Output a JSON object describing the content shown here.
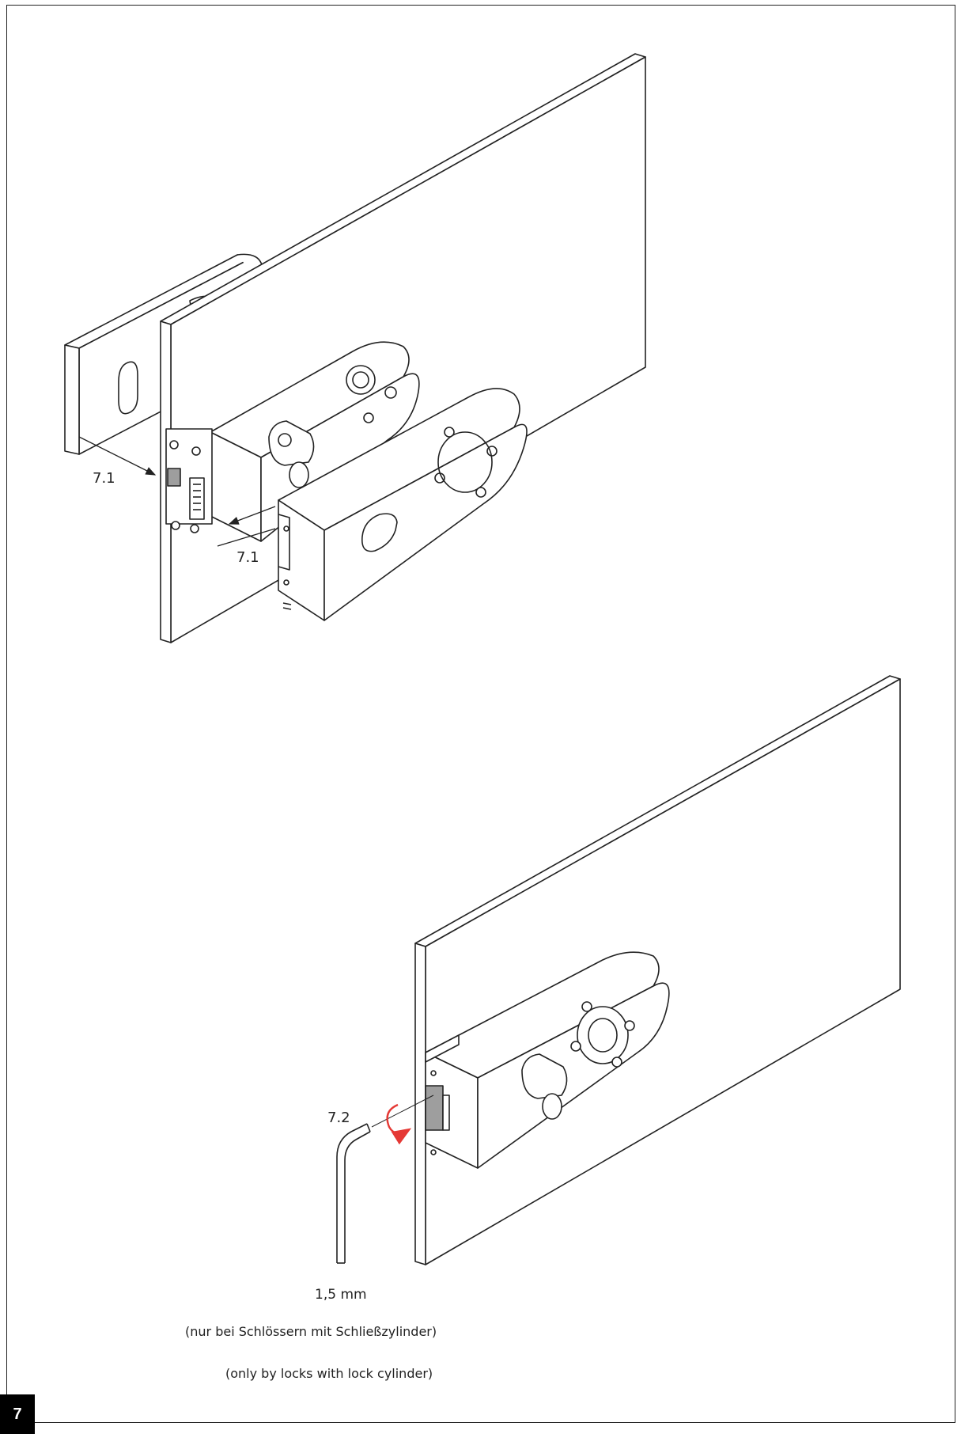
{
  "page_number": "7",
  "steps": {
    "step_7_1_upper": "7.1",
    "step_7_1_lower": "7.1",
    "step_7_2": "7.2"
  },
  "tool": {
    "hex_key_size": "1,5 mm"
  },
  "notes": {
    "german": "(nur bei Schlössern mit Schließzylinder)",
    "english": "(only by locks with lock cylinder)"
  },
  "colors": {
    "line": "#222222",
    "rotation_arrow": "#e53935",
    "page_tab": "#000000"
  }
}
